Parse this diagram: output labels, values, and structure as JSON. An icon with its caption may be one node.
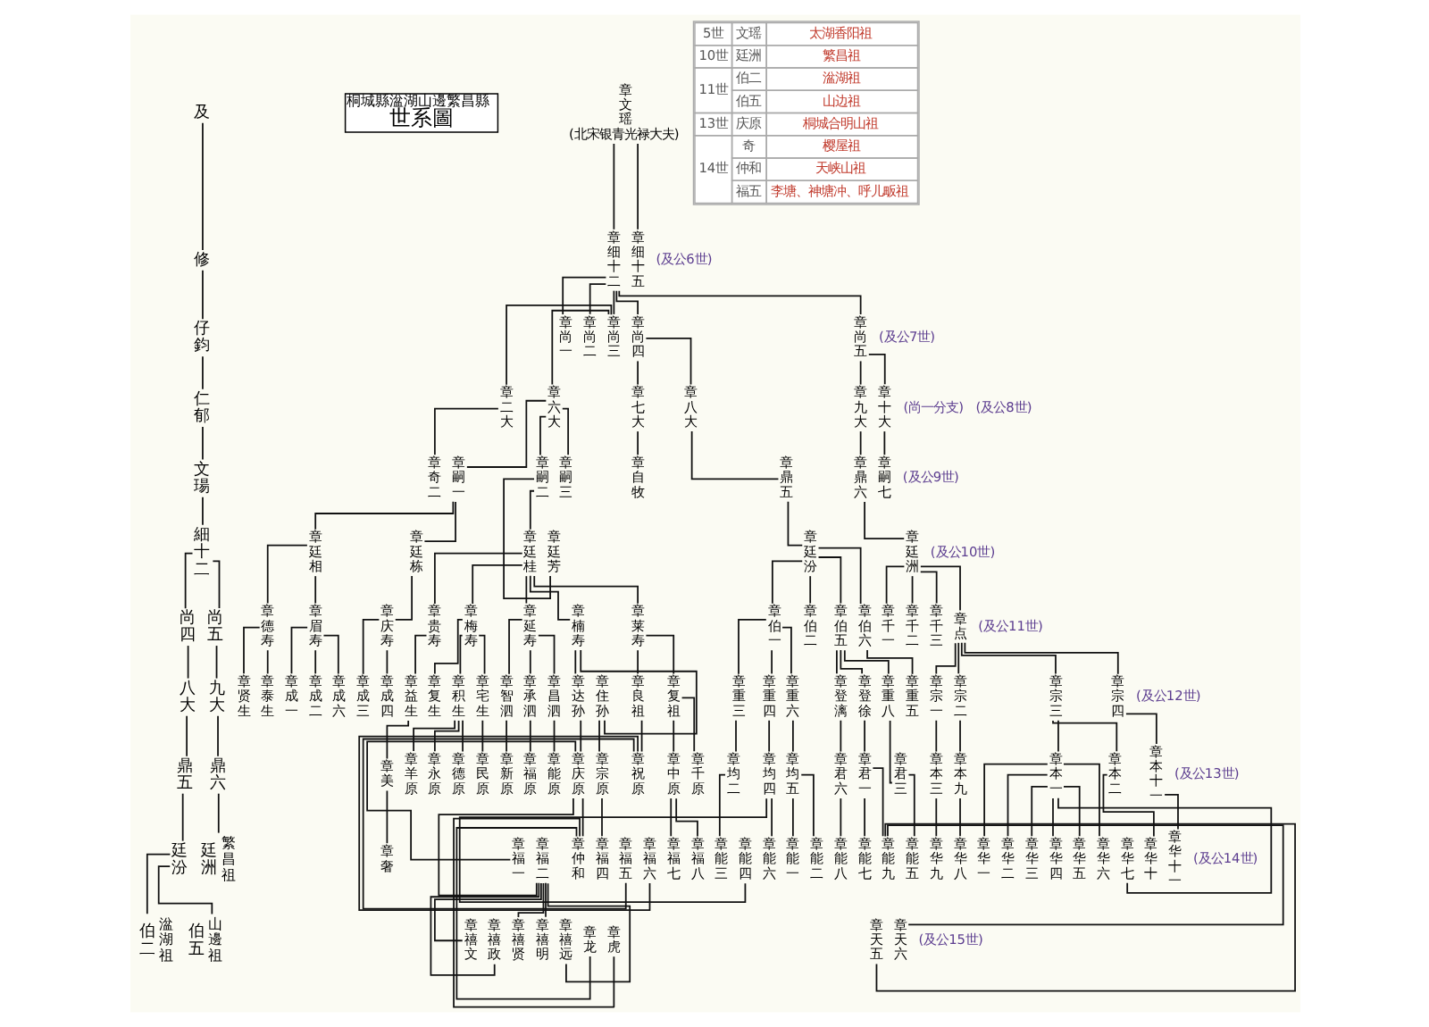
{
  "diagram": {
    "nodes": [
      {
        "text": [
          "及"
        ]
      },
      {
        "text": [
          "修"
        ]
      },
      {
        "text": [
          "仔鈞"
        ]
      },
      {
        "text": [
          "仁郁"
        ]
      },
      {
        "text": [
          "文瑒"
        ]
      },
      {
        "text": [
          "細十二"
        ]
      },
      {
        "text": [
          "尚四"
        ]
      },
      {
        "text": [
          "八大"
        ]
      },
      {
        "text": [
          "鼎五"
        ]
      },
      {
        "text": [
          "廷汾"
        ]
      },
      {
        "text": [
          "伯二"
        ],
        "beside": [
          "湓湖祖"
        ]
      },
      {
        "text": [
          "伯五"
        ],
        "beside": [
          "山邊祖"
        ]
      },
      {
        "text": [
          "尚五"
        ]
      },
      {
        "text": [
          "九大"
        ]
      },
      {
        "text": [
          "鼎六"
        ]
      },
      {
        "text": [
          "廷洲"
        ],
        "beside": [
          "繁昌祖"
        ]
      },
      {
        "text": [
          "桐城縣湓湖山邊繁昌縣",
          "世系圖"
        ]
      },
      {
        "text": [
          "章文瑶",
          "(北宋银青光禄大夫)"
        ]
      },
      {
        "text": [
          "章细十二"
        ]
      },
      {
        "text": [
          "章细十五"
        ]
      },
      {
        "text": [
          "章尚一"
        ]
      },
      {
        "text": [
          "章尚二"
        ]
      },
      {
        "text": [
          "章尚三"
        ]
      },
      {
        "text": [
          "章尚四"
        ]
      },
      {
        "text": [
          "章尚五"
        ]
      },
      {
        "text": [
          "章二大"
        ]
      },
      {
        "text": [
          "章六大"
        ]
      },
      {
        "text": [
          "章七大"
        ]
      },
      {
        "text": [
          "章八大"
        ]
      },
      {
        "text": [
          "章九大"
        ]
      },
      {
        "text": [
          "章十大"
        ]
      },
      {
        "text": [
          "章奇二"
        ]
      },
      {
        "text": [
          "章嗣一"
        ]
      },
      {
        "text": [
          "章嗣二"
        ]
      },
      {
        "text": [
          "章嗣三"
        ]
      },
      {
        "text": [
          "章自牧"
        ]
      },
      {
        "text": [
          "章鼎五"
        ]
      },
      {
        "text": [
          "章鼎六"
        ]
      },
      {
        "text": [
          "章嗣七"
        ]
      },
      {
        "text": [
          "章廷相"
        ]
      },
      {
        "text": [
          "章廷栋"
        ]
      },
      {
        "text": [
          "章廷桂"
        ]
      },
      {
        "text": [
          "章廷芳"
        ]
      },
      {
        "text": [
          "章廷汾"
        ]
      },
      {
        "text": [
          "章廷洲"
        ]
      },
      {
        "text": [
          "章德寿"
        ]
      },
      {
        "text": [
          "章眉寿"
        ]
      },
      {
        "text": [
          "章庆寿"
        ]
      },
      {
        "text": [
          "章贵寿"
        ]
      },
      {
        "text": [
          "章梅寿"
        ]
      },
      {
        "text": [
          "章延寿"
        ]
      },
      {
        "text": [
          "章楠寿"
        ]
      },
      {
        "text": [
          "章莱寿"
        ]
      },
      {
        "text": [
          "章伯一"
        ]
      },
      {
        "text": [
          "章伯二"
        ]
      },
      {
        "text": [
          "章伯五"
        ]
      },
      {
        "text": [
          "章伯六"
        ]
      },
      {
        "text": [
          "章千一"
        ]
      },
      {
        "text": [
          "章千二"
        ]
      },
      {
        "text": [
          "章千三"
        ]
      },
      {
        "text": [
          "章点"
        ]
      },
      {
        "text": [
          "章贤生"
        ]
      },
      {
        "text": [
          "章泰生"
        ]
      },
      {
        "text": [
          "章成一"
        ]
      },
      {
        "text": [
          "章成二"
        ]
      },
      {
        "text": [
          "章成六"
        ]
      },
      {
        "text": [
          "章成三"
        ]
      },
      {
        "text": [
          "章成四"
        ]
      },
      {
        "text": [
          "章益生"
        ]
      },
      {
        "text": [
          "章复生"
        ]
      },
      {
        "text": [
          "章积生"
        ]
      },
      {
        "text": [
          "章宅生"
        ]
      },
      {
        "text": [
          "章智泗"
        ]
      },
      {
        "text": [
          "章承泗"
        ]
      },
      {
        "text": [
          "章昌泗"
        ]
      },
      {
        "text": [
          "章达孙"
        ]
      },
      {
        "text": [
          "章住孙"
        ]
      },
      {
        "text": [
          "章良祖"
        ]
      },
      {
        "text": [
          "章复祖"
        ]
      },
      {
        "text": [
          "章重三"
        ]
      },
      {
        "text": [
          "章重四"
        ]
      },
      {
        "text": [
          "章重六"
        ]
      },
      {
        "text": [
          "章登漓"
        ]
      },
      {
        "text": [
          "章登徐"
        ]
      },
      {
        "text": [
          "章重八"
        ]
      },
      {
        "text": [
          "章重五"
        ]
      },
      {
        "text": [
          "章宗一"
        ]
      },
      {
        "text": [
          "章宗二"
        ]
      },
      {
        "text": [
          "章宗三"
        ]
      },
      {
        "text": [
          "章宗四"
        ]
      },
      {
        "text": [
          "章美"
        ]
      },
      {
        "text": [
          "章羊原"
        ]
      },
      {
        "text": [
          "章永原"
        ]
      },
      {
        "text": [
          "章德原"
        ]
      },
      {
        "text": [
          "章民原"
        ]
      },
      {
        "text": [
          "章新原"
        ]
      },
      {
        "text": [
          "章福原"
        ]
      },
      {
        "text": [
          "章能原"
        ]
      },
      {
        "text": [
          "章庆原"
        ]
      },
      {
        "text": [
          "章宗原"
        ]
      },
      {
        "text": [
          "章祝原"
        ]
      },
      {
        "text": [
          "章中原"
        ]
      },
      {
        "text": [
          "章千原"
        ]
      },
      {
        "text": [
          "章均二"
        ]
      },
      {
        "text": [
          "章均四"
        ]
      },
      {
        "text": [
          "章均五"
        ]
      },
      {
        "text": [
          "章君六"
        ]
      },
      {
        "text": [
          "章君一"
        ]
      },
      {
        "text": [
          "章君三"
        ]
      },
      {
        "text": [
          "章本三"
        ]
      },
      {
        "text": [
          "章本九"
        ]
      },
      {
        "text": [
          "章本一"
        ]
      },
      {
        "text": [
          "章本二"
        ]
      },
      {
        "text": [
          "章本十一"
        ]
      },
      {
        "text": [
          "章奢"
        ]
      },
      {
        "text": [
          "章福一"
        ]
      },
      {
        "text": [
          "章福二"
        ]
      },
      {
        "text": [
          "章仲和"
        ]
      },
      {
        "text": [
          "章福四"
        ]
      },
      {
        "text": [
          "章福五"
        ]
      },
      {
        "text": [
          "章福六"
        ]
      },
      {
        "text": [
          "章福七"
        ]
      },
      {
        "text": [
          "章福八"
        ]
      },
      {
        "text": [
          "章能三"
        ]
      },
      {
        "text": [
          "章能四"
        ]
      },
      {
        "text": [
          "章能六"
        ]
      },
      {
        "text": [
          "章能一"
        ]
      },
      {
        "text": [
          "章能二"
        ]
      },
      {
        "text": [
          "章能八"
        ]
      },
      {
        "text": [
          "章能七"
        ]
      },
      {
        "text": [
          "章能九"
        ]
      },
      {
        "text": [
          "章能五"
        ]
      },
      {
        "text": [
          "章华九"
        ]
      },
      {
        "text": [
          "章华八"
        ]
      },
      {
        "text": [
          "章华一"
        ]
      },
      {
        "text": [
          "章华二"
        ]
      },
      {
        "text": [
          "章华三"
        ]
      },
      {
        "text": [
          "章华四"
        ]
      },
      {
        "text": [
          "章华五"
        ]
      },
      {
        "text": [
          "章华六"
        ]
      },
      {
        "text": [
          "章华七"
        ]
      },
      {
        "text": [
          "章华十"
        ]
      },
      {
        "text": [
          "章华十一"
        ]
      },
      {
        "text": [
          "章禧文"
        ]
      },
      {
        "text": [
          "章禧政"
        ]
      },
      {
        "text": [
          "章禧贤"
        ]
      },
      {
        "text": [
          "章禧明"
        ]
      },
      {
        "text": [
          "章禧远"
        ]
      },
      {
        "text": [
          "章龙"
        ]
      },
      {
        "text": [
          "章虎"
        ]
      },
      {
        "text": [
          "章天五"
        ]
      },
      {
        "text": [
          "章天六"
        ]
      }
    ],
    "edges": [
      {
        "from": 0,
        "to": 1,
        "arrow": "none"
      },
      {
        "from": 1,
        "to": 2,
        "arrow": "none"
      },
      {
        "from": 2,
        "to": 3,
        "arrow": "none"
      },
      {
        "from": 3,
        "to": 4,
        "arrow": "none"
      },
      {
        "from": 4,
        "to": 5,
        "arrow": "none"
      },
      {
        "from": 5,
        "to": 6,
        "arrow": "none"
      },
      {
        "from": 5,
        "to": 12,
        "arrow": "none"
      },
      {
        "from": 6,
        "to": 7,
        "arrow": "none"
      },
      {
        "from": 7,
        "to": 8,
        "arrow": "none"
      },
      {
        "from": 8,
        "to": 9,
        "arrow": "none"
      },
      {
        "from": 9,
        "to": 10,
        "arrow": "none"
      },
      {
        "from": 9,
        "to": 11,
        "arrow": "none"
      },
      {
        "from": 12,
        "to": 13,
        "arrow": "none"
      },
      {
        "from": 13,
        "to": 14,
        "arrow": "none"
      },
      {
        "from": 14,
        "to": 15,
        "arrow": "none"
      },
      {
        "from": 17,
        "to": 18,
        "arrow": "none"
      },
      {
        "from": 17,
        "to": 19,
        "arrow": "none"
      },
      {
        "from": 18,
        "to": 20,
        "arrow": "none"
      },
      {
        "from": 18,
        "to": 21,
        "arrow": "none"
      },
      {
        "from": 18,
        "to": 22,
        "arrow": "none"
      },
      {
        "from": 18,
        "to": 23,
        "arrow": "none"
      },
      {
        "from": 18,
        "to": 24,
        "arrow": "none"
      },
      {
        "from": 22,
        "to": 25,
        "arrow": "none"
      },
      {
        "from": 22,
        "to": 26,
        "arrow": "none"
      },
      {
        "from": 23,
        "to": 27,
        "arrow": "none"
      },
      {
        "from": 23,
        "to": 28,
        "arrow": "none"
      },
      {
        "from": 24,
        "to": 29,
        "arrow": "none"
      },
      {
        "from": 24,
        "to": 30,
        "arrow": "none"
      },
      {
        "from": 25,
        "to": 31,
        "arrow": "none"
      },
      {
        "from": 26,
        "to": 32,
        "arrow": "none"
      },
      {
        "from": 26,
        "to": 33,
        "arrow": "none"
      },
      {
        "from": 26,
        "to": 34,
        "arrow": "none"
      },
      {
        "from": 27,
        "to": 35,
        "arrow": "none"
      },
      {
        "from": 28,
        "to": 36,
        "arrow": "none"
      },
      {
        "from": 29,
        "to": 37,
        "arrow": "none"
      },
      {
        "from": 30,
        "to": 38,
        "arrow": "none"
      },
      {
        "from": 32,
        "to": 39,
        "arrow": "none"
      },
      {
        "from": 32,
        "to": 40,
        "arrow": "none"
      },
      {
        "from": 33,
        "to": 41,
        "arrow": "none"
      },
      {
        "from": 33,
        "to": 42,
        "arrow": "none"
      },
      {
        "from": 36,
        "to": 43,
        "arrow": "none"
      },
      {
        "from": 37,
        "to": 44,
        "arrow": "none"
      },
      {
        "from": 39,
        "to": 45,
        "arrow": "none"
      },
      {
        "from": 39,
        "to": 46,
        "arrow": "none"
      },
      {
        "from": 40,
        "to": 47,
        "arrow": "none"
      },
      {
        "from": 41,
        "to": 48,
        "arrow": "none"
      },
      {
        "from": 41,
        "to": 49,
        "arrow": "none"
      },
      {
        "from": 41,
        "to": 50,
        "arrow": "none"
      },
      {
        "from": 41,
        "to": 51,
        "arrow": "none"
      },
      {
        "from": 41,
        "to": 52,
        "arrow": "none"
      },
      {
        "from": 43,
        "to": 53,
        "arrow": "none"
      },
      {
        "from": 43,
        "to": 54,
        "arrow": "none"
      },
      {
        "from": 43,
        "to": 55,
        "arrow": "none"
      },
      {
        "from": 43,
        "to": 56,
        "arrow": "none"
      },
      {
        "from": 44,
        "to": 57,
        "arrow": "none"
      },
      {
        "from": 44,
        "to": 58,
        "arrow": "none"
      },
      {
        "from": 44,
        "to": 59,
        "arrow": "none"
      },
      {
        "from": 44,
        "to": 60,
        "arrow": "none"
      },
      {
        "from": 45,
        "to": 61,
        "arrow": "none"
      },
      {
        "from": 45,
        "to": 62,
        "arrow": "none"
      },
      {
        "from": 46,
        "to": 63,
        "arrow": "none"
      },
      {
        "from": 46,
        "to": 64,
        "arrow": "none"
      },
      {
        "from": 46,
        "to": 65,
        "arrow": "none"
      },
      {
        "from": 47,
        "to": 66,
        "arrow": "none"
      },
      {
        "from": 47,
        "to": 67,
        "arrow": "none"
      },
      {
        "from": 48,
        "to": 68,
        "arrow": "none"
      },
      {
        "from": 49,
        "to": 69,
        "arrow": "none"
      },
      {
        "from": 49,
        "to": 70,
        "arrow": "none"
      },
      {
        "from": 49,
        "to": 71,
        "arrow": "none"
      },
      {
        "from": 50,
        "to": 72,
        "arrow": "none"
      },
      {
        "from": 50,
        "to": 73,
        "arrow": "none"
      },
      {
        "from": 50,
        "to": 74,
        "arrow": "none"
      },
      {
        "from": 51,
        "to": 75,
        "arrow": "none"
      },
      {
        "from": 51,
        "to": 76,
        "arrow": "none"
      },
      {
        "from": 52,
        "to": 77,
        "arrow": "none"
      },
      {
        "from": 52,
        "to": 78,
        "arrow": "none"
      },
      {
        "from": 53,
        "to": 79,
        "arrow": "none"
      },
      {
        "from": 53,
        "to": 80,
        "arrow": "none"
      },
      {
        "from": 53,
        "to": 81,
        "arrow": "none"
      },
      {
        "from": 55,
        "to": 82,
        "arrow": "none"
      },
      {
        "from": 55,
        "to": 83,
        "arrow": "none"
      },
      {
        "from": 55,
        "to": 84,
        "arrow": "none"
      },
      {
        "from": 56,
        "to": 85,
        "arrow": "none"
      },
      {
        "from": 60,
        "to": 86,
        "arrow": "none"
      },
      {
        "from": 60,
        "to": 87,
        "arrow": "none"
      },
      {
        "from": 60,
        "to": 88,
        "arrow": "none"
      },
      {
        "from": 60,
        "to": 89,
        "arrow": "none"
      },
      {
        "from": 68,
        "to": 90,
        "arrow": "none"
      },
      {
        "from": 70,
        "to": 91,
        "arrow": "none"
      },
      {
        "from": 70,
        "to": 92,
        "arrow": "none"
      },
      {
        "from": 70,
        "to": 93,
        "arrow": "none"
      },
      {
        "from": 71,
        "to": 94,
        "arrow": "none"
      },
      {
        "from": 72,
        "to": 95,
        "arrow": "none"
      },
      {
        "from": 73,
        "to": 96,
        "arrow": "none"
      },
      {
        "from": 74,
        "to": 97,
        "arrow": "none"
      },
      {
        "from": 75,
        "to": 98,
        "arrow": "none"
      },
      {
        "from": 76,
        "to": 99,
        "arrow": "none"
      },
      {
        "from": 77,
        "to": 100,
        "arrow": "none"
      },
      {
        "from": 78,
        "to": 101,
        "arrow": "none"
      },
      {
        "from": 78,
        "to": 102,
        "arrow": "none"
      },
      {
        "from": 79,
        "to": 103,
        "arrow": "none"
      },
      {
        "from": 80,
        "to": 104,
        "arrow": "none"
      },
      {
        "from": 81,
        "to": 105,
        "arrow": "none"
      },
      {
        "from": 82,
        "to": 106,
        "arrow": "none"
      },
      {
        "from": 83,
        "to": 107,
        "arrow": "none"
      },
      {
        "from": 84,
        "to": 108,
        "arrow": "none"
      },
      {
        "from": 86,
        "to": 109,
        "arrow": "none"
      },
      {
        "from": 87,
        "to": 110,
        "arrow": "none"
      },
      {
        "from": 88,
        "to": 111,
        "arrow": "none"
      },
      {
        "from": 88,
        "to": 112,
        "arrow": "none"
      },
      {
        "from": 89,
        "to": 113,
        "arrow": "none"
      },
      {
        "from": 90,
        "to": 114,
        "arrow": "none"
      },
      {
        "from": 98,
        "to": 115,
        "arrow": "none"
      },
      {
        "from": 98,
        "to": 116,
        "arrow": "none"
      },
      {
        "from": 98,
        "to": 117,
        "arrow": "none"
      },
      {
        "from": 99,
        "to": 118,
        "arrow": "none"
      },
      {
        "from": 100,
        "to": 119,
        "arrow": "none"
      },
      {
        "from": 100,
        "to": 120,
        "arrow": "none"
      },
      {
        "from": 101,
        "to": 121,
        "arrow": "none"
      },
      {
        "from": 101,
        "to": 122,
        "arrow": "none"
      },
      {
        "from": 103,
        "to": 123,
        "arrow": "none"
      },
      {
        "from": 104,
        "to": 124,
        "arrow": "none"
      },
      {
        "from": 104,
        "to": 125,
        "arrow": "none"
      },
      {
        "from": 105,
        "to": 126,
        "arrow": "none"
      },
      {
        "from": 105,
        "to": 127,
        "arrow": "none"
      },
      {
        "from": 106,
        "to": 128,
        "arrow": "none"
      },
      {
        "from": 107,
        "to": 129,
        "arrow": "none"
      },
      {
        "from": 107,
        "to": 130,
        "arrow": "none"
      },
      {
        "from": 108,
        "to": 131,
        "arrow": "none"
      },
      {
        "from": 109,
        "to": 132,
        "arrow": "none"
      },
      {
        "from": 110,
        "to": 133,
        "arrow": "none"
      },
      {
        "from": 111,
        "to": 134,
        "arrow": "none"
      },
      {
        "from": 111,
        "to": 135,
        "arrow": "none"
      },
      {
        "from": 111,
        "to": 136,
        "arrow": "none"
      },
      {
        "from": 111,
        "to": 137,
        "arrow": "none"
      },
      {
        "from": 111,
        "to": 138,
        "arrow": "none"
      },
      {
        "from": 111,
        "to": 139,
        "arrow": "none"
      },
      {
        "from": 111,
        "to": 140,
        "arrow": "none"
      },
      {
        "from": 112,
        "to": 141,
        "arrow": "none"
      },
      {
        "from": 113,
        "to": 142,
        "arrow": "none"
      },
      {
        "from": 116,
        "to": 143,
        "arrow": "none"
      },
      {
        "from": 116,
        "to": 144,
        "arrow": "none"
      },
      {
        "from": 116,
        "to": 145,
        "arrow": "none"
      },
      {
        "from": 116,
        "to": 146,
        "arrow": "none"
      },
      {
        "from": 116,
        "to": 147,
        "arrow": "none"
      },
      {
        "from": 117,
        "to": 148,
        "arrow": "none"
      },
      {
        "from": 117,
        "to": 149,
        "arrow": "none"
      },
      {
        "from": 130,
        "to": 150,
        "arrow": "none"
      },
      {
        "from": 130,
        "to": 151,
        "arrow": "none"
      }
    ],
    "labels": [
      "(及公6世)",
      "(及公7世)",
      "(尚一分支)",
      "(及公8世)",
      "(及公9世)",
      "(及公10世)",
      "(及公11世)",
      "(及公12世)",
      "(及公13世)",
      "(及公14世)",
      "(及公15世)",
      "5世",
      "文瑶",
      "太湖香阳祖",
      "10世",
      "廷洲",
      "繁昌祖",
      "11世",
      "伯二",
      "湓湖祖",
      "伯五",
      "山边祖",
      "13世",
      "庆原",
      "桐城合明山祖",
      "14世",
      "奇",
      "樱屋祖",
      "仲和",
      "天峡山祖",
      "福五",
      "李塘、神塘冲、呼儿畈祖"
    ]
  }
}
